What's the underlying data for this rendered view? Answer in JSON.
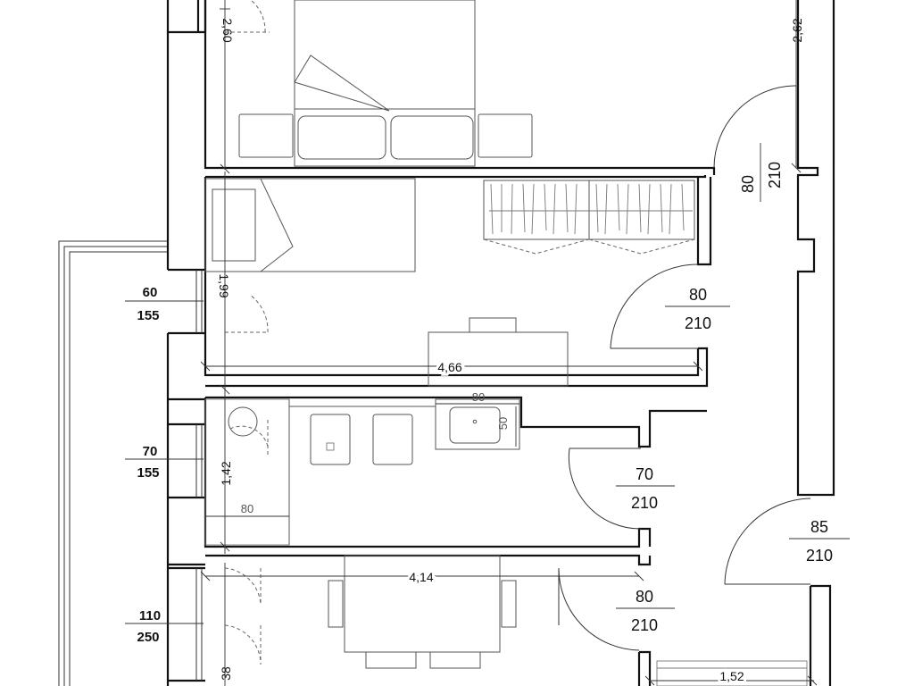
{
  "doors": {
    "bedroom_door": {
      "width": "80",
      "height": "210"
    },
    "study_door": {
      "width": "80",
      "height": "210"
    },
    "bath_door": {
      "width": "70",
      "height": "210"
    },
    "entry_door": {
      "width": "85",
      "height": "210"
    },
    "kitchen_door": {
      "width": "80",
      "height": "210"
    }
  },
  "windows": {
    "study_window": {
      "width": "60",
      "height": "155"
    },
    "bath_window": {
      "width": "70",
      "height": "155"
    },
    "living_window": {
      "width": "110",
      "height": "250"
    }
  },
  "dimensions": {
    "bedroom_height": "2,60",
    "corridor_height": "2,62",
    "study_height": "1,99",
    "study_length": "4,66",
    "bath_height": "1,42",
    "shower_width": "80",
    "sink_width": "80",
    "sink_depth": "50",
    "living_length": "4,14",
    "living_height": "38",
    "kitchen_length": "1,52"
  }
}
